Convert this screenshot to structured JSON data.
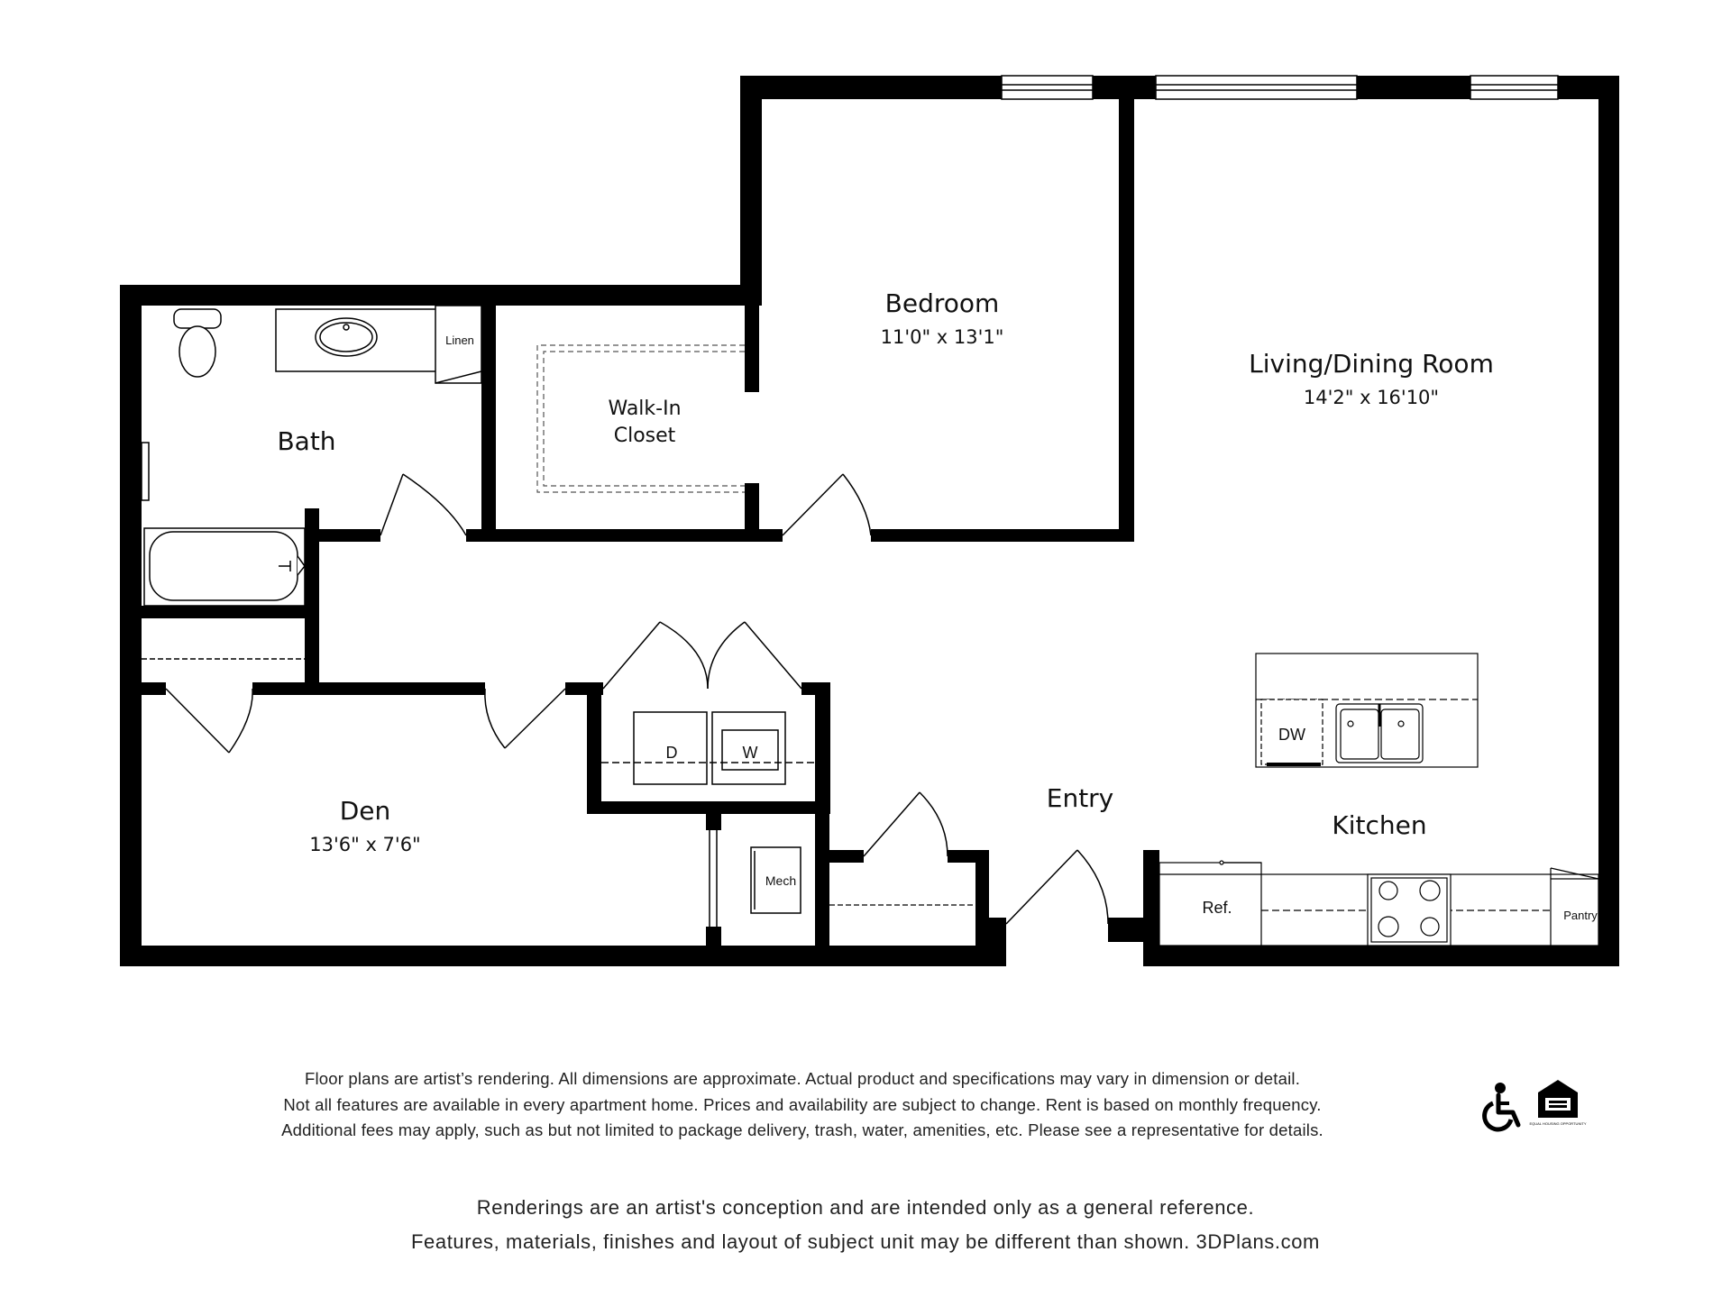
{
  "rooms": {
    "bedroom": {
      "name": "Bedroom",
      "size": "11'0\" x 13'1\""
    },
    "living": {
      "name": "Living/Dining Room",
      "size": "14'2\" x 16'10\""
    },
    "bath": {
      "name": "Bath"
    },
    "closet": {
      "name_line1": "Walk-In",
      "name_line2": "Closet"
    },
    "den": {
      "name": "Den",
      "size": "13'6\" x 7'6\""
    },
    "entry": {
      "name": "Entry"
    },
    "kitchen": {
      "name": "Kitchen"
    }
  },
  "fixtures": {
    "linen": "Linen",
    "dryer": "D",
    "washer": "W",
    "mech": "Mech",
    "dishwasher": "DW",
    "refrigerator": "Ref.",
    "pantry": "Pantry"
  },
  "disclaimer": [
    "Floor plans are artist’s rendering. All dimensions are approximate. Actual product and specifications may vary in dimension or detail.",
    "Not all features are available in every apartment home. Prices and availability are subject to change. Rent is based on monthly frequency.",
    "Additional fees may apply, such as but not limited to package delivery, trash, water, amenities, etc. Please see a representative for details."
  ],
  "rendering_note": [
    "Renderings are an artist's conception and are intended only as a general reference.",
    "Features, materials, finishes and layout of subject unit may be different than shown. 3DPlans.com"
  ],
  "logos": {
    "accessibility": "wheelchair-icon",
    "equal_housing": "equal-housing-icon",
    "equal_housing_text": "EQUAL HOUSING OPPORTUNITY"
  }
}
